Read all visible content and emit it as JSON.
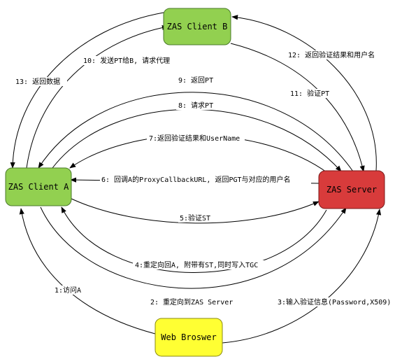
{
  "nodes": {
    "client_b": {
      "label": "ZAS Client B",
      "fill": "#92d050"
    },
    "client_a": {
      "label": "ZAS Client A",
      "fill": "#92d050"
    },
    "server": {
      "label": "ZAS Server",
      "fill": "#d83b3b"
    },
    "browser": {
      "label": "Web Broswer",
      "fill": "#ffff33"
    }
  },
  "edges": {
    "e1": "1:访问A",
    "e2": "2: 重定向到ZAS Server",
    "e3": "3:输入验证信息(Password,X509)",
    "e4": "4:重定向回A, 附带有ST,同时写入TGC",
    "e5": "5:验证ST",
    "e6": "6: 回调A的ProxyCallbackURL, 返回PGT与对应的用户名",
    "e7": "7:返回验证结果和UserName",
    "e8": "8: 请求PT",
    "e9": "9: 返回PT",
    "e10": "10: 发送PT给B, 请求代理",
    "e11": "11: 验证PT",
    "e12": "12: 返回验证结果和用户名",
    "e13": "13: 返回数据"
  }
}
